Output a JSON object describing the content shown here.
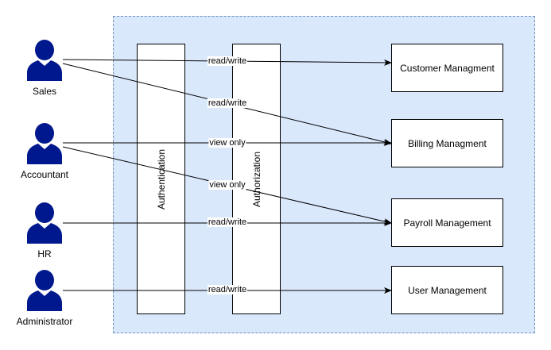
{
  "actors": [
    {
      "label": "Sales"
    },
    {
      "label": "Accountant"
    },
    {
      "label": "HR"
    },
    {
      "label": "Administrator"
    }
  ],
  "layers": [
    {
      "label": "Authentication"
    },
    {
      "label": "Authorization"
    }
  ],
  "modules": [
    {
      "label": "Customer Managment"
    },
    {
      "label": "Billing Managment"
    },
    {
      "label": "Payroll Management"
    },
    {
      "label": "User Management"
    }
  ],
  "edges": [
    {
      "from": "Sales",
      "to": "Customer Managment",
      "label": "read/write"
    },
    {
      "from": "Sales",
      "to": "Billing Managment",
      "label": "read/write"
    },
    {
      "from": "Accountant",
      "to": "Billing Managment",
      "label": "view only"
    },
    {
      "from": "Accountant",
      "to": "Payroll Management",
      "label": "view only"
    },
    {
      "from": "HR",
      "to": "Payroll Management",
      "label": "read/write"
    },
    {
      "from": "Administrator",
      "to": "User Management",
      "label": "read/write"
    }
  ],
  "colors": {
    "region_fill": "#dae8fc",
    "region_border": "#6c8ebf",
    "actor_fill": "#00188d",
    "line": "#000000"
  }
}
